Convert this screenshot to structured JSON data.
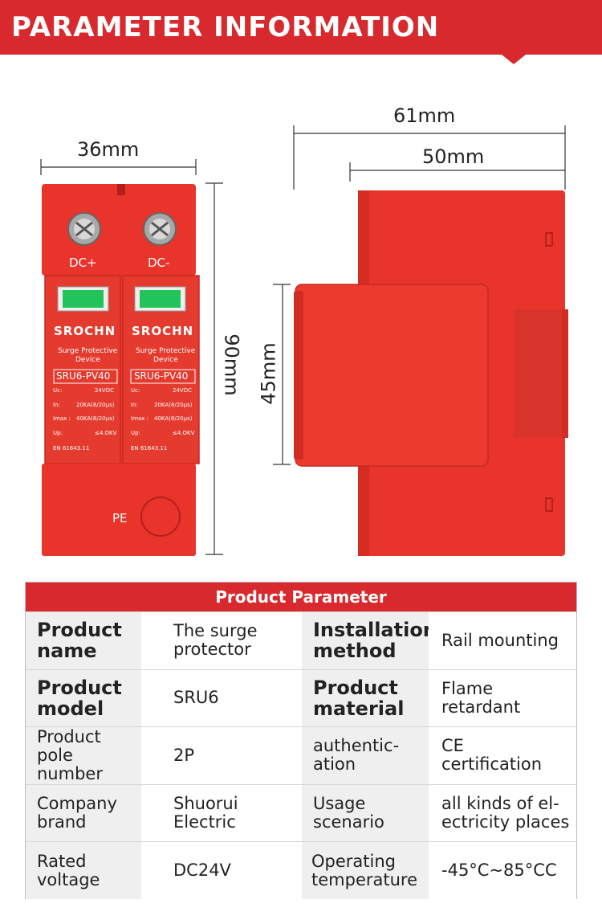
{
  "banner": {
    "title": "PARAMETER INFORMATION"
  },
  "dimensions": {
    "front_width": "36mm",
    "front_height": "90mm",
    "side_total": "61mm",
    "side_body": "50mm",
    "side_height": "45mm"
  },
  "device": {
    "terminals": [
      "DC+",
      "DC-"
    ],
    "brand": "SROCHN",
    "desc_line1": "Surge Protective",
    "desc_line2": "Device",
    "model": "SRU6-PV40",
    "specs": [
      {
        "k": "Uc:",
        "v": "24VDC"
      },
      {
        "k": "In:",
        "v": "20KA(8/20μs)"
      },
      {
        "k": "Imax :",
        "v": "40KA(8/20μs)"
      },
      {
        "k": "Up:",
        "v": "≤4.OKV"
      }
    ],
    "standard": "EN 61643.11",
    "pe_label": "PE"
  },
  "table": {
    "header": "Product Parameter",
    "rows": [
      {
        "l1": "Product\nname",
        "v1": "The surge\nprotector",
        "l2": "Installation\nmethod",
        "v2": "Rail mounting"
      },
      {
        "l1": "Product\nmodel",
        "v1": "SRU6",
        "l2": "Product\nmaterial",
        "v2": "Flame\nretardant"
      },
      {
        "l1": "Product pole\nnumber",
        "v1": "2P",
        "l2": "authentic-\nation",
        "v2": "CE\ncertification"
      },
      {
        "l1": "Company\nbrand",
        "v1": "Shuorui\nElectric",
        "l2": "Usage\nscenario",
        "v2": "all kinds of el-\nectricity places"
      },
      {
        "l1": "Rated\nvoltage",
        "v1": "DC24V",
        "l2": "Operating\ntemperature",
        "v2": "-45°C~85°CC"
      }
    ]
  },
  "colors": {
    "red": "#e8342a",
    "banner_red": "#d82a2e",
    "window_green": "#22c45a"
  }
}
